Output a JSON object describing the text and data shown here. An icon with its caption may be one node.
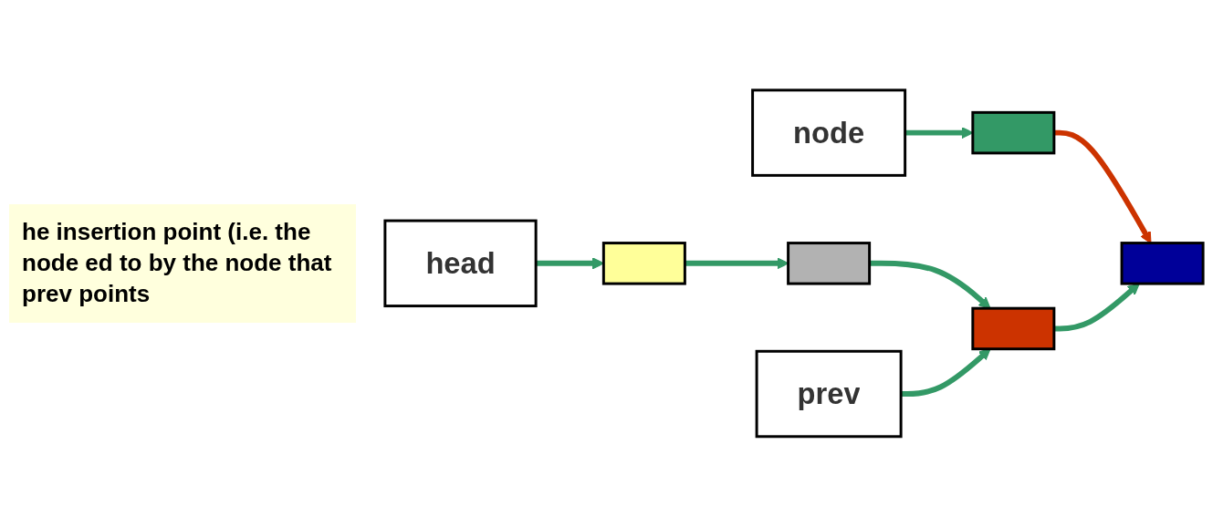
{
  "diagram": {
    "nodes": [
      {
        "text": [
          "node"
        ]
      },
      {
        "text": [],
        "shape": "box"
      },
      {
        "text": [
          "head"
        ]
      },
      {
        "text": [],
        "shape": "box"
      },
      {
        "text": [],
        "shape": "box"
      },
      {
        "text": [],
        "shape": "box"
      },
      {
        "text": [],
        "shape": "box"
      },
      {
        "text": [
          "prev"
        ]
      }
    ],
    "edges": [
      {
        "from": 0,
        "to": 1,
        "arrow": "to"
      },
      {
        "from": 1,
        "to": 6,
        "arrow": "to",
        "color": "#cc3300"
      },
      {
        "from": 2,
        "to": 3,
        "arrow": "to"
      },
      {
        "from": 3,
        "to": 4,
        "arrow": "to"
      },
      {
        "from": 4,
        "to": 5,
        "arrow": "to"
      },
      {
        "from": 5,
        "to": 6,
        "arrow": "to"
      },
      {
        "from": 7,
        "to": 5,
        "arrow": "to"
      }
    ],
    "labels": [
      "he insertion point (i.e. the node ed to by the node that prev points"
    ]
  }
}
